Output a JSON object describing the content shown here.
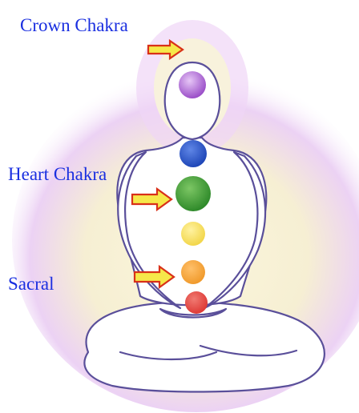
{
  "labels": {
    "crown": "Crown Chakra",
    "heart": "Heart Chakra",
    "sacral": "Sacral"
  },
  "colors": {
    "label_text": "#1a2fe0",
    "aura_outer": "#e9c8f6",
    "aura_inner": "#f6f0d2",
    "outline": "#5a4f9a",
    "arrow_fill": "#f6e84a",
    "arrow_stroke": "#d93018"
  },
  "chakras": [
    {
      "id": "crown",
      "color": "#9b4fc8"
    },
    {
      "id": "throat",
      "color": "#1f47b8"
    },
    {
      "id": "heart",
      "color": "#2f8a2a"
    },
    {
      "id": "solar-plexus",
      "color": "#f2d64a"
    },
    {
      "id": "sacral",
      "color": "#f09a2c"
    },
    {
      "id": "root",
      "color": "#de3a36"
    }
  ],
  "icons": [
    "arrow-right-icon",
    "arrow-right-icon",
    "arrow-right-icon"
  ]
}
